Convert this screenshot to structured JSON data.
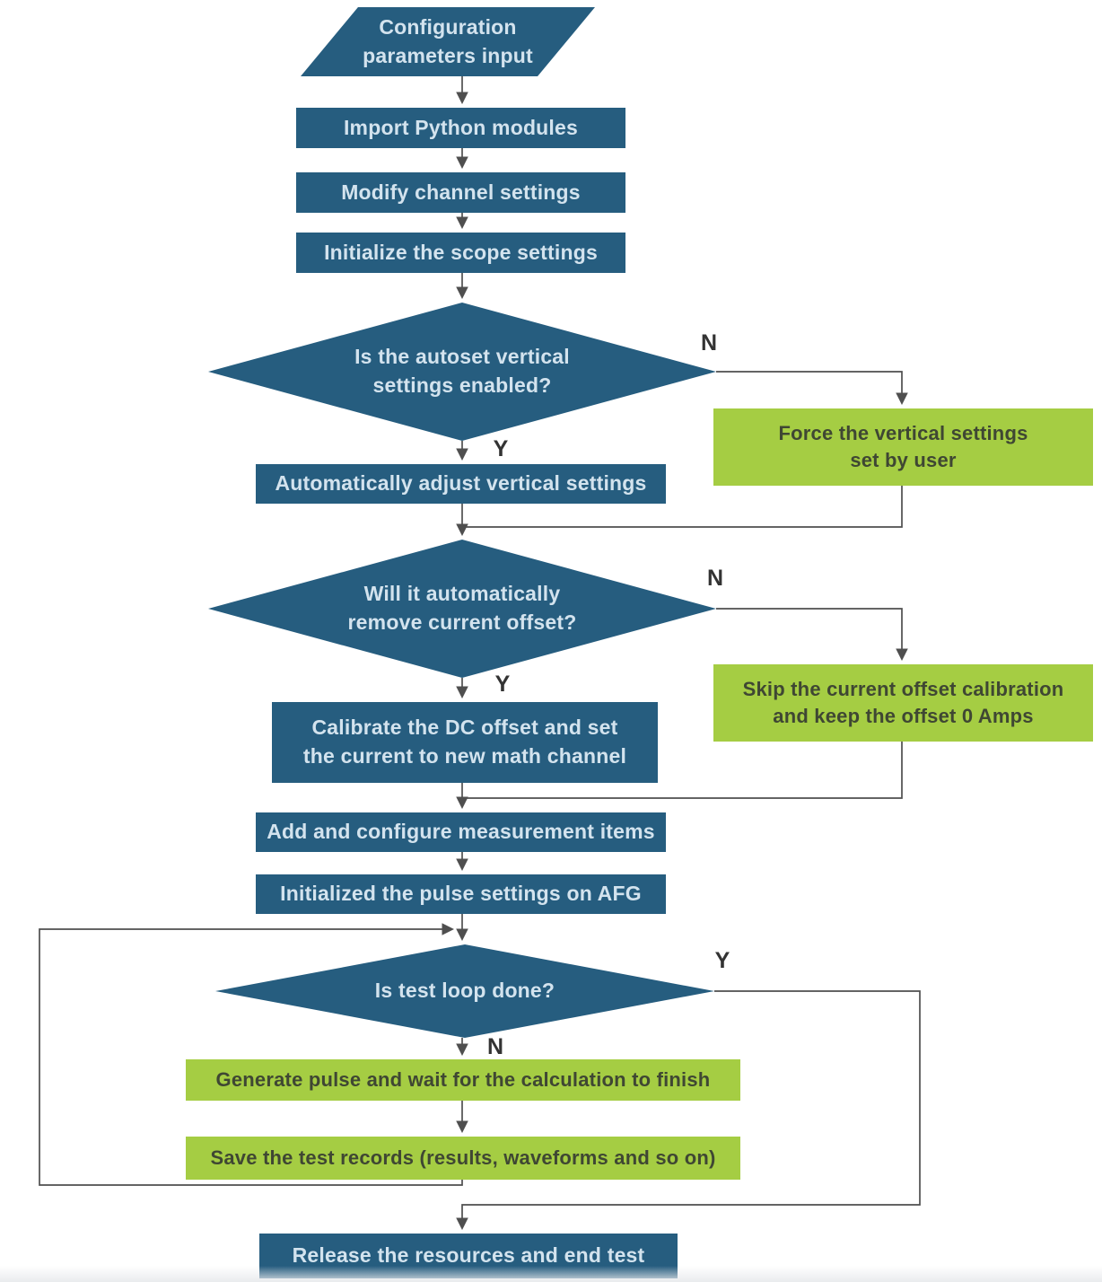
{
  "colors": {
    "node_blue": "#265d7f",
    "node_green": "#a5cd43",
    "blue_text": "#d3e3ee",
    "green_text": "#3f4733",
    "line": "#4f4f4f",
    "label_text": "#333333",
    "background": "#ffffff"
  },
  "nodes": {
    "start": {
      "text": "Configuration\nparameters input"
    },
    "import_modules": {
      "text": "Import Python modules"
    },
    "modify_channel": {
      "text": "Modify channel settings"
    },
    "init_scope": {
      "text": "Initialize the scope settings"
    },
    "autoset_decision": {
      "text": "Is the autoset vertical\nsettings enabled?",
      "yes": "Y",
      "no": "N"
    },
    "force_vertical": {
      "text": "Force the vertical settings\nset by user"
    },
    "auto_adjust": {
      "text": "Automatically adjust vertical settings"
    },
    "offset_decision": {
      "text": "Will it automatically\nremove current offset?",
      "yes": "Y",
      "no": "N"
    },
    "skip_offset": {
      "text": "Skip the current offset calibration\nand keep the offset 0 Amps"
    },
    "calibrate_dc": {
      "text": "Calibrate the DC offset and set\nthe current to new math channel"
    },
    "add_measurements": {
      "text": "Add and configure measurement items"
    },
    "init_pulse": {
      "text": "Initialized the pulse settings on AFG"
    },
    "loop_decision": {
      "text": "Is test loop done?",
      "yes": "Y",
      "no": "N"
    },
    "generate_pulse": {
      "text": "Generate pulse and wait for the calculation to finish"
    },
    "save_records": {
      "text": "Save the test records (results, waveforms and so on)"
    },
    "release": {
      "text": "Release the resources and end test"
    }
  }
}
